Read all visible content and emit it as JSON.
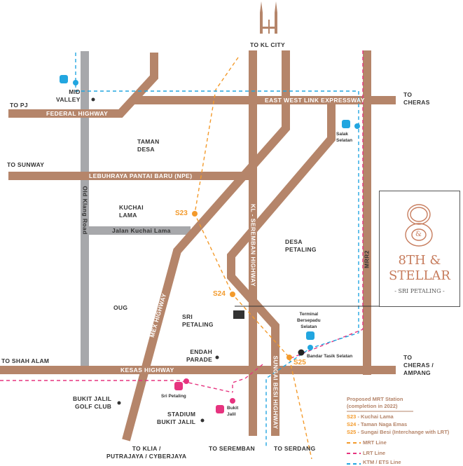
{
  "colors": {
    "road": "#b5856a",
    "grey_road": "#a7a8ab",
    "mrt": "#f39a2b",
    "lrt": "#e6337f",
    "ktm": "#22a6e0"
  },
  "directions": {
    "kl_city": "TO KL CITY",
    "pj": "TO PJ",
    "cheras": "TO\nCHERAS",
    "sunway": "TO SUNWAY",
    "shah_alam": "TO SHAH ALAM",
    "cheras_ampang": "TO\nCHERAS /\nAMPANG",
    "klia": "TO KLIA /\nPUTRAJAYA / CYBERJAYA",
    "seremban": "TO SEREMBAN",
    "serdang": "TO SERDANG"
  },
  "roads": {
    "federal": "FEDERAL HIGHWAY",
    "east_west": "EAST WEST LINK EXPRESSWAY",
    "npe": "LEBUHRAYA PANTAI BARU (NPE)",
    "kuchai": "Jalan Kuchai Lama",
    "old_klang": "Old Klang Road",
    "kl_seremban": "KL - SEREMBAN HIGHWAY",
    "mex": "MEX HIGHWAY",
    "sungai_besi": "SUNGAI BESI HIGHWAY",
    "kesas": "KESAS HIGHWAY",
    "mrr2": "MRR2"
  },
  "places": {
    "mid_valley": "MID\nVALLEY",
    "taman_desa": "TAMAN\nDESA",
    "kuchai_lama": "KUCHAI\nLAMA",
    "desa_petaling": "DESA\nPETALING",
    "oug": "OUG",
    "sri_petaling": "SRI\nPETALING",
    "endah_parade": "ENDAH\nPARADE",
    "bukit_jalil_golf": "BUKIT JALIL\nGOLF CLUB",
    "stadium": "STADIUM\nBUKIT JALIL"
  },
  "stations": {
    "salak_selatan": "Salak\nSelatan",
    "tbs": "Terminal\nBersepadu\nSelatan",
    "bandar_tasik": "Bandar Tasik Selatan",
    "sri_petaling": "Sri Petaling",
    "bukit_jalil": "Bukit\nJalil",
    "s23": "S23",
    "s24": "S24",
    "s25": "S25"
  },
  "legend": {
    "title": "Proposed MRT Station\n(completion in 2022)",
    "items": [
      {
        "code": "S23",
        "name": " - Kuchai Lama"
      },
      {
        "code": "S24",
        "name": " - Taman Naga Emas"
      },
      {
        "code": "S25",
        "name": " - Sungai Besi (Interchange with LRT)"
      }
    ],
    "mrt": "MRT Line",
    "lrt": "LRT Line",
    "ktm": "KTM / ETS Line"
  },
  "logo": {
    "mark": "8",
    "amp": "&",
    "name1": "8TH &",
    "name2": "STELLAR",
    "sub": "- SRI PETALING -"
  }
}
